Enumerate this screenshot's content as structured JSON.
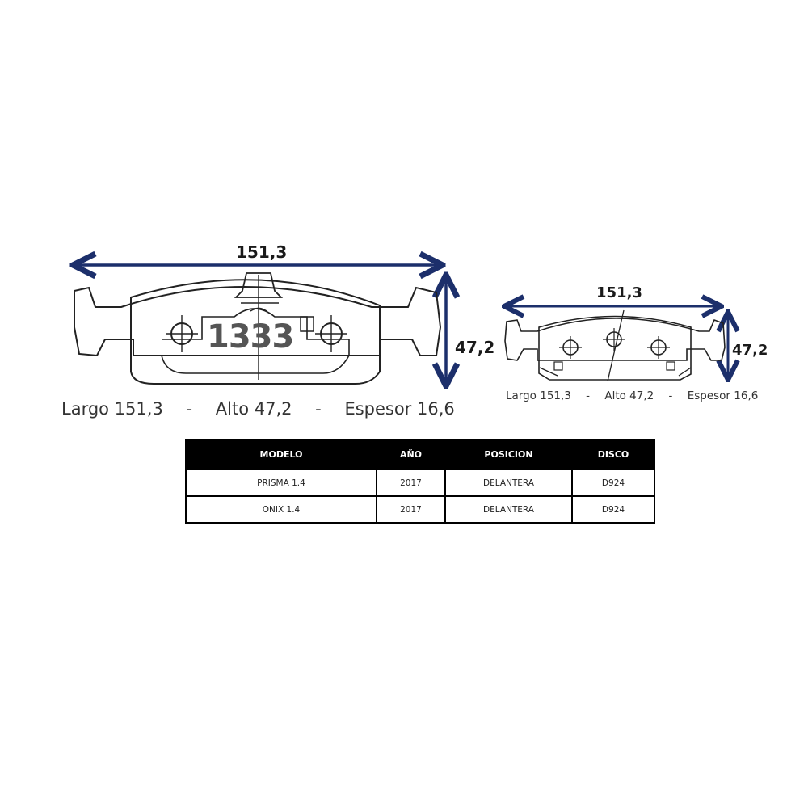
{
  "drawing_large": {
    "length_label": "151,3",
    "height_label": "47,2",
    "part_number": "1333"
  },
  "drawing_small": {
    "length_label": "151,3",
    "height_label": "47,2"
  },
  "specs_large": {
    "largo": "Largo 151,3",
    "sep1": "-",
    "alto": "Alto 47,2",
    "sep2": "-",
    "espesor": "Espesor 16,6"
  },
  "specs_small": {
    "largo": "Largo 151,3",
    "sep1": "-",
    "alto": "Alto 47,2",
    "sep2": "-",
    "espesor": "Espesor 16,6"
  },
  "table": {
    "headers": [
      "MODELO",
      "AÑO",
      "POSICION",
      "DISCO"
    ],
    "rows": [
      [
        "PRISMA 1.4",
        "2017",
        "DELANTERA",
        "D924"
      ],
      [
        "ONIX 1.4",
        "2017",
        "DELANTERA",
        "D924"
      ]
    ]
  },
  "colors": {
    "dimension_arrow": "#1c2f6b",
    "outline": "#222222",
    "table_header_bg": "#000000"
  }
}
